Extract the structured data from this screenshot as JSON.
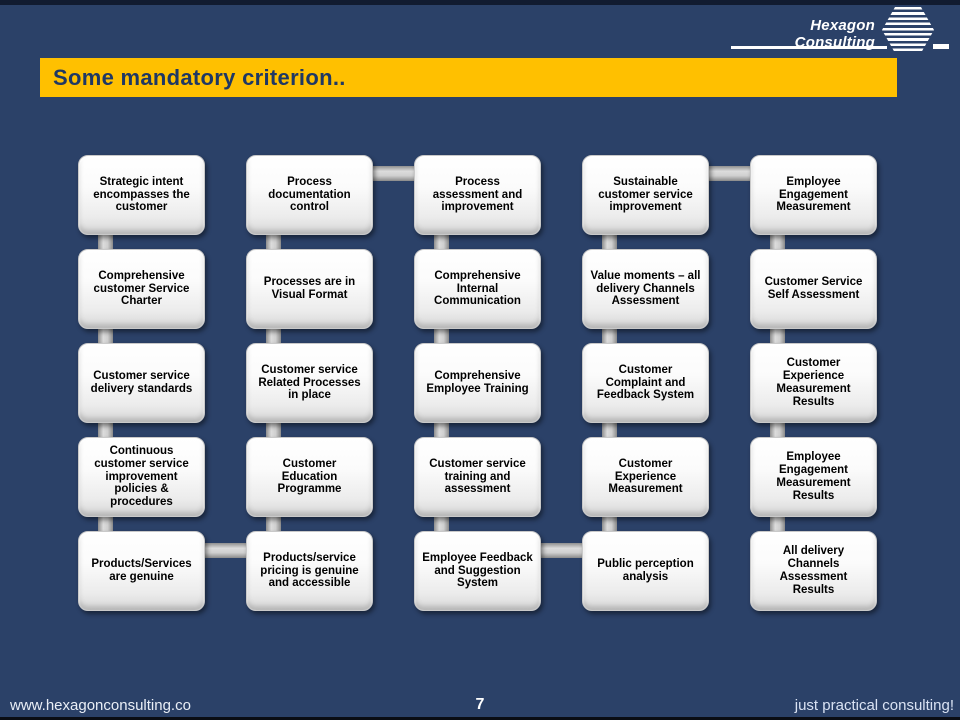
{
  "slide": {
    "title": "Some mandatory criterion..",
    "logo_text": "Hexagon Consulting",
    "footer": {
      "website": "www.hexagonconsulting.co",
      "page_number": "7",
      "tagline": "just practical consulting!"
    },
    "colors": {
      "background_navy": "#2b4168",
      "edge_strip_dark": "#111b30",
      "title_bar_gold": "#ffc000",
      "title_text_navy": "#1f3864",
      "box_fill": "#f4f4f4",
      "connector_gray": "#bfbfbf"
    }
  },
  "flow": {
    "columns": [
      {
        "boxes": [
          "Strategic intent encompasses the customer",
          "Comprehensive customer Service  Charter",
          "Customer service delivery standards",
          "Continuous customer service improvement policies & procedures",
          "Products/Services are genuine"
        ]
      },
      {
        "boxes": [
          "Process documentation control",
          "Processes are in Visual Format",
          "Customer service Related Processes  in place",
          "Customer Education Programme",
          "Products/service pricing is genuine and accessible"
        ]
      },
      {
        "boxes": [
          "Process assessment and improvement",
          "Comprehensive Internal Communication",
          "Comprehensive Employee Training",
          "Customer service training and assessment",
          "Employee Feedback and Suggestion System"
        ]
      },
      {
        "boxes": [
          "Sustainable customer service improvement",
          "Value moments – all delivery Channels Assessment",
          "Customer Complaint and Feedback System",
          "Customer Experience Measurement",
          "Public perception analysis"
        ]
      },
      {
        "boxes": [
          "Employee Engagement Measurement",
          "Customer Service Self Assessment",
          "Customer Experience Measurement Results",
          "Employee Engagement Measurement Results",
          "All delivery Channels Assessment Results"
        ]
      }
    ]
  }
}
